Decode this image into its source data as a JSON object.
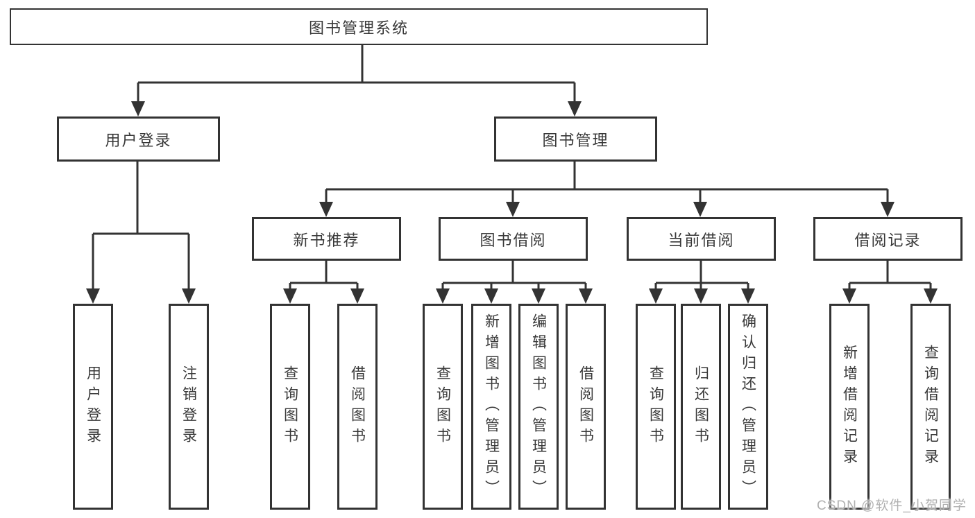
{
  "root": {
    "label": "图书管理系统"
  },
  "user_login": {
    "label": "用户登录",
    "children": [
      {
        "label": "用户登录"
      },
      {
        "label": "注销登录"
      }
    ]
  },
  "book_mgmt": {
    "label": "图书管理",
    "modules": [
      {
        "label": "新书推荐",
        "children": [
          {
            "label": "查询图书"
          },
          {
            "label": "借阅图书"
          }
        ]
      },
      {
        "label": "图书借阅",
        "children": [
          {
            "label": "查询图书"
          },
          {
            "label": "新增图书（管理员）"
          },
          {
            "label": "编辑图书（管理员）"
          },
          {
            "label": "借阅图书"
          }
        ]
      },
      {
        "label": "当前借阅",
        "children": [
          {
            "label": "查询图书"
          },
          {
            "label": "归还图书"
          },
          {
            "label": "确认归还（管理员）"
          }
        ]
      },
      {
        "label": "借阅记录",
        "children": [
          {
            "label": "新增借阅记录"
          },
          {
            "label": "查询借阅记录"
          }
        ]
      }
    ]
  },
  "watermark": {
    "text": "CSDN @软件_小贺同学"
  },
  "colors": {
    "line": "#333333",
    "box_border": "#333333",
    "text": "#383838",
    "watermark": "#b0b0b0",
    "background": "#ffffff"
  }
}
